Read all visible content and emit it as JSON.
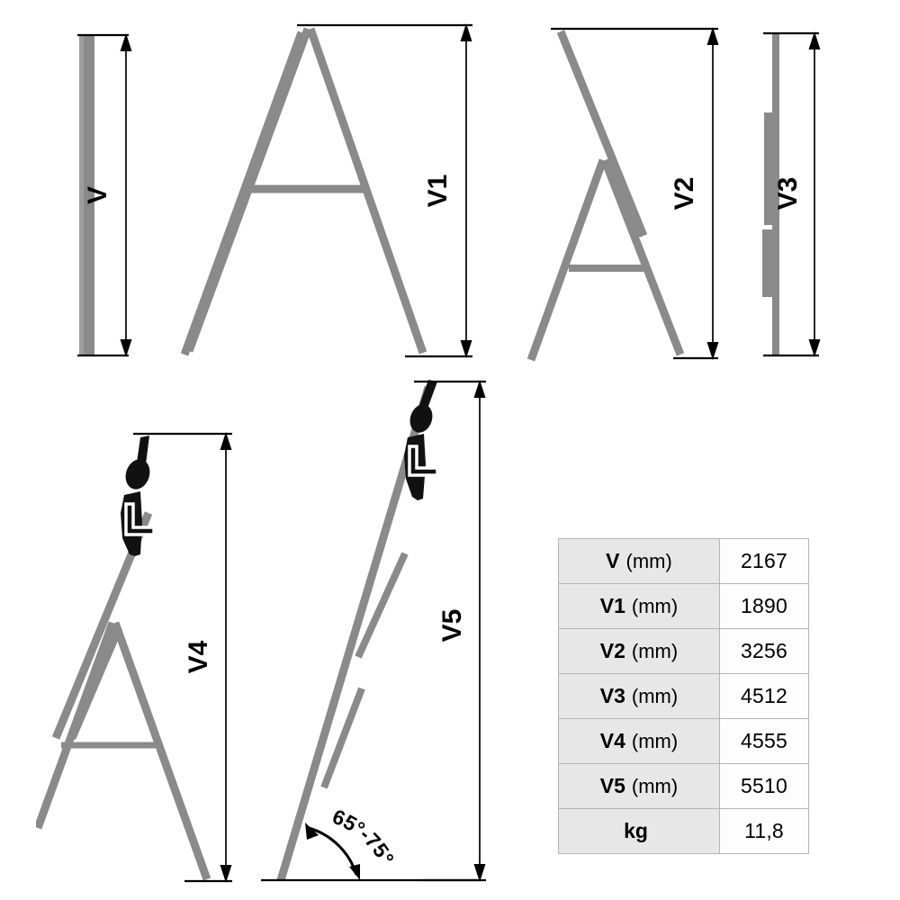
{
  "diagram": {
    "title_hidden": "",
    "views": [
      {
        "id": "view-v",
        "name": "closed-ladder-front-view",
        "dimension_label": "V",
        "description": "closed ladder vertical profile"
      },
      {
        "id": "view-v1",
        "name": "a-frame-front-view",
        "dimension_label": "V1",
        "description": "A-frame step ladder front view"
      },
      {
        "id": "view-v2",
        "name": "a-frame-extended-side-view",
        "dimension_label": "V2",
        "description": "A-frame with extension side view"
      },
      {
        "id": "view-v3",
        "name": "folded-side-profile",
        "dimension_label": "V3",
        "description": "folded ladder narrow side profile"
      },
      {
        "id": "view-v4",
        "name": "a-frame-with-person",
        "dimension_label": "V4",
        "description": "A-frame with person standing, reach height"
      },
      {
        "id": "view-v5",
        "name": "leaning-ladder-with-person",
        "dimension_label": "V5",
        "description": "leaning extension ladder with person, reach height"
      }
    ],
    "angle_annotation": "65°-75°"
  },
  "spec_table": {
    "rows": [
      {
        "symbol": "V",
        "unit": "(mm)",
        "value": "2167"
      },
      {
        "symbol": "V1",
        "unit": "(mm)",
        "value": "1890"
      },
      {
        "symbol": "V2",
        "unit": "(mm)",
        "value": "3256"
      },
      {
        "symbol": "V3",
        "unit": "(mm)",
        "value": "4512"
      },
      {
        "symbol": "V4",
        "unit": "(mm)",
        "value": "4555"
      },
      {
        "symbol": "V5",
        "unit": "(mm)",
        "value": "5510"
      },
      {
        "symbol": "kg",
        "unit": "",
        "value": "11,8"
      }
    ]
  },
  "colors": {
    "ladder_gray": "#8a8a8a",
    "ladder_gray_light": "#9a9a9a",
    "line_black": "#000000",
    "table_header_bg": "#e7e7e7",
    "table_border": "#b4b4b4",
    "background": "#ffffff"
  }
}
